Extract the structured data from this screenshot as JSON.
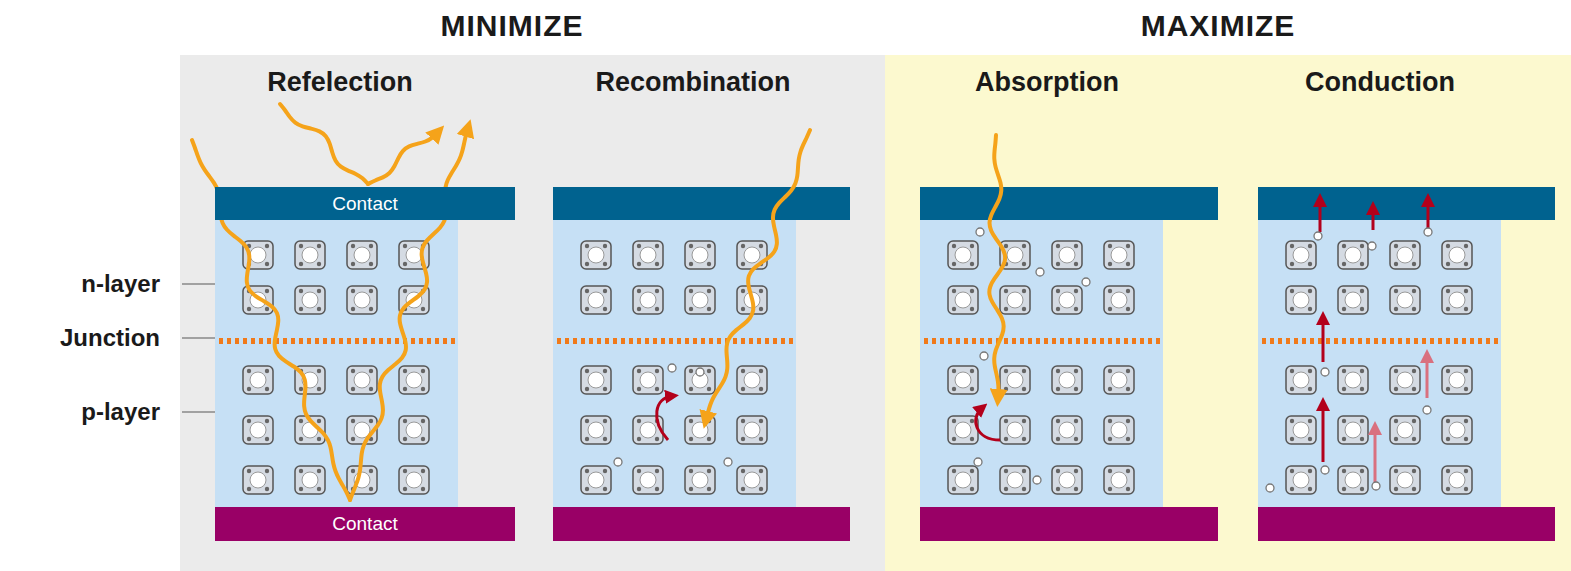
{
  "diagram": {
    "nodes": [
      {
        "text": [
          "MINIMIZE"
        ]
      },
      {
        "text": [
          "MAXIMIZE"
        ]
      },
      {
        "text": [
          "Contact"
        ],
        "in": 0
      },
      {
        "text": [
          "Contact"
        ],
        "in": 0
      }
    ],
    "labels": [
      "Refelection",
      "Recombination",
      "Absorption",
      "Conduction",
      "n-layer",
      "Junction",
      "p-layer"
    ]
  }
}
